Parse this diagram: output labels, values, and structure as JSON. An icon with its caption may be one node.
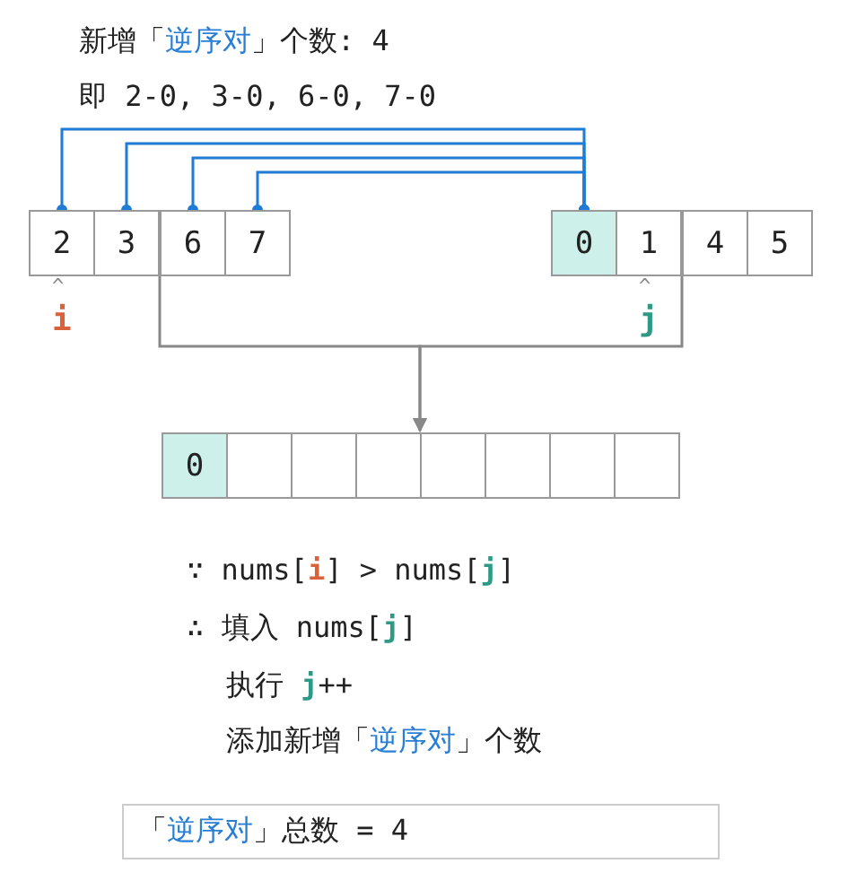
{
  "diagram": {
    "nodes": [
      {
        "text": [
          "2"
        ]
      },
      {
        "text": [
          "3"
        ]
      },
      {
        "text": [
          "6"
        ]
      },
      {
        "text": [
          "7"
        ]
      },
      {
        "text": [
          "0"
        ]
      },
      {
        "text": [
          "1"
        ]
      },
      {
        "text": [
          "4"
        ]
      },
      {
        "text": [
          "5"
        ]
      },
      {
        "text": [
          "0"
        ]
      },
      {
        "text": [],
        "shape": "box"
      },
      {
        "text": [],
        "shape": "box"
      },
      {
        "text": [],
        "shape": "box"
      },
      {
        "text": [],
        "shape": "box"
      },
      {
        "text": [],
        "shape": "box"
      },
      {
        "text": [],
        "shape": "box"
      },
      {
        "text": [],
        "shape": "box"
      },
      {
        "text": [
          "「*逆序对*」总数 = 4"
        ]
      }
    ],
    "edges": [
      {
        "from": 0,
        "to": 4,
        "arrow": "other"
      },
      {
        "from": 1,
        "to": 4,
        "arrow": "other"
      },
      {
        "from": 2,
        "to": 4,
        "arrow": "other"
      },
      {
        "from": 3,
        "to": 4,
        "arrow": "other"
      },
      {
        "from": 2,
        "to": 12,
        "arrow": "to",
        "color": "#888888"
      },
      {
        "from": 5,
        "to": 12,
        "arrow": "to",
        "color": "#888888"
      }
    ],
    "labels": [
      "新增「*逆序对*」个数: 4",
      "即 2-0, 3-0, 6-0, 7-0",
      "^",
      "i",
      "^",
      "j",
      "∵ nums[**i**] > nums[**j**]",
      "∴ 填入 nums[**j**]",
      "执行 **j**++",
      "添加新增「*逆序对*」个数"
    ]
  }
}
